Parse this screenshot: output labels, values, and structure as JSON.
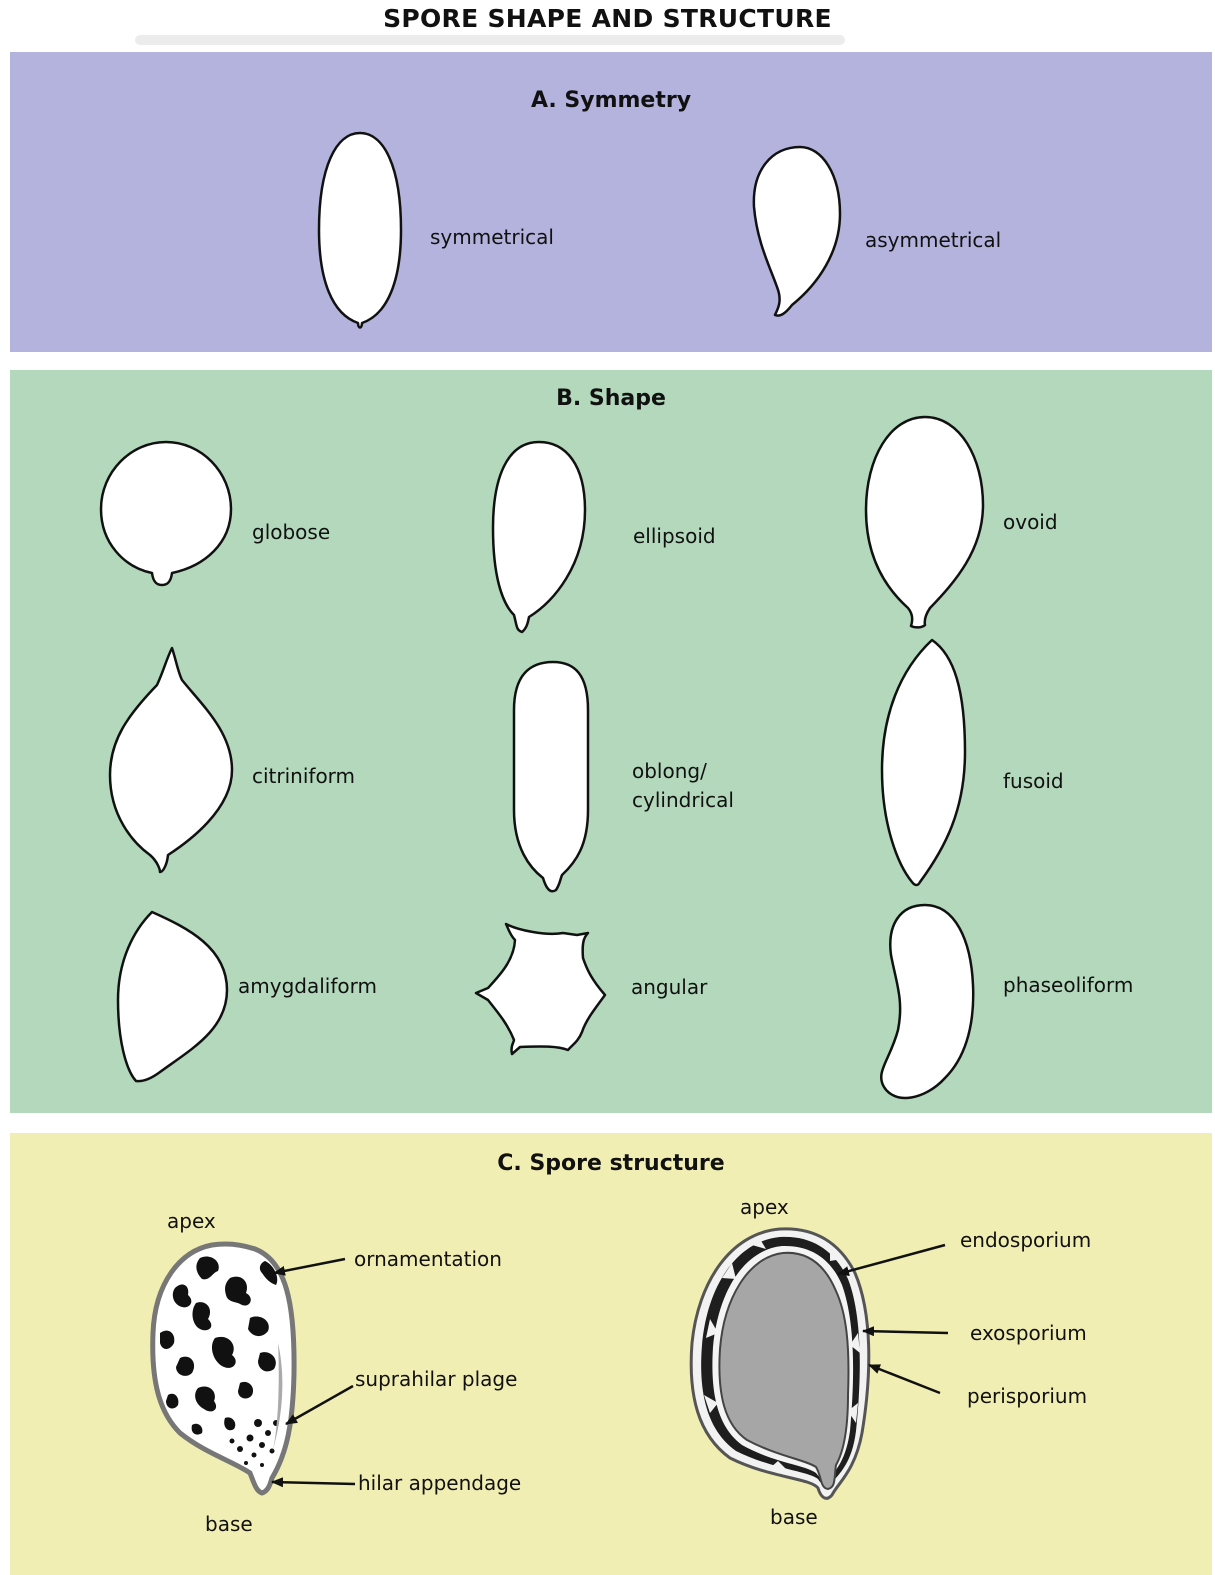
{
  "figure_title": "SPORE SHAPE AND STRUCTURE",
  "symmetry": {
    "title": "A. Symmetry",
    "labels": [
      "symmetrical",
      "asymmetrical"
    ]
  },
  "shape": {
    "title": "B. Shape",
    "labels": [
      "globose",
      "ellipsoid",
      "ovoid",
      "citriniform",
      "oblong/",
      "cylindrical",
      "fusoid",
      "amygdaliform",
      "angular",
      "phaseoliform"
    ]
  },
  "structure": {
    "title": "C. Spore structure",
    "left_labels": {
      "apex": "apex",
      "base": "base",
      "ornamentation": "ornamentation",
      "suprahilar": "suprahilar plage",
      "hilar": "hilar appendage"
    },
    "right_labels": {
      "apex": "apex",
      "base": "base",
      "endosporium": "endosporium",
      "exosporium": "exosporium",
      "perisporium": "perisporium"
    }
  },
  "colors": {
    "symmetry_panel": "#b3b3de",
    "shape_panel": "#b3d8bc",
    "structure_panel": "#f1eeb3"
  }
}
